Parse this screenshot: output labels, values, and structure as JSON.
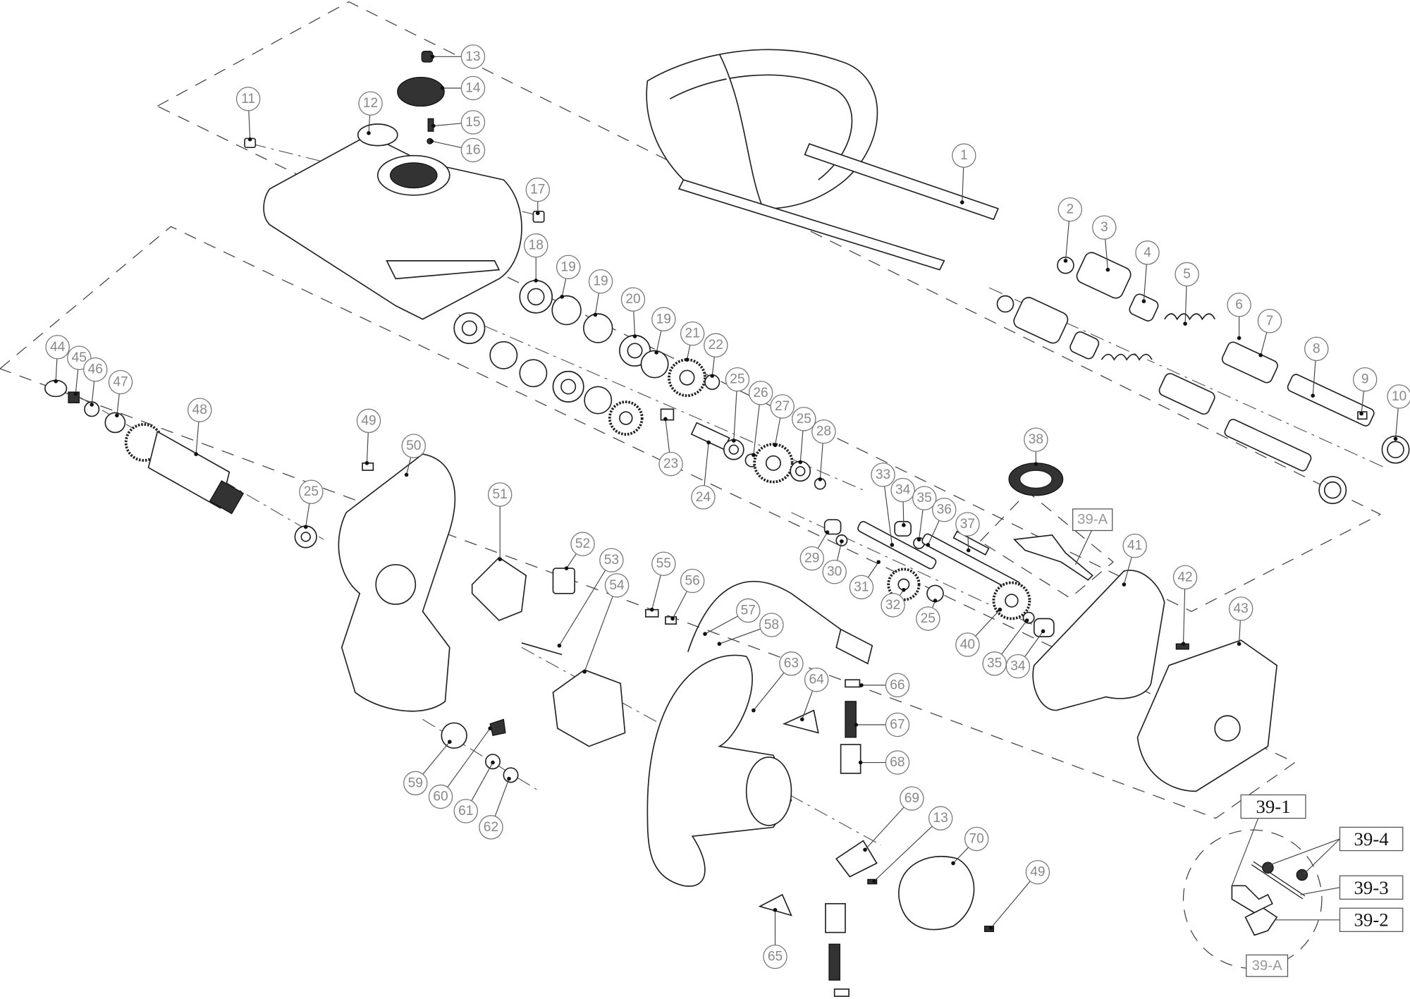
{
  "diagram": {
    "callouts": [
      "1",
      "2",
      "3",
      "4",
      "5",
      "6",
      "7",
      "8",
      "9",
      "10",
      "11",
      "12",
      "13",
      "14",
      "15",
      "16",
      "17",
      "18",
      "19",
      "19",
      "19",
      "20",
      "21",
      "22",
      "23",
      "24",
      "25",
      "25",
      "25",
      "25",
      "26",
      "27",
      "28",
      "29",
      "30",
      "31",
      "32",
      "33",
      "34",
      "35",
      "36",
      "37",
      "38",
      "40",
      "35",
      "34",
      "41",
      "42",
      "43",
      "44",
      "45",
      "46",
      "47",
      "48",
      "49",
      "50",
      "51",
      "52",
      "53",
      "54",
      "55",
      "56",
      "57",
      "58",
      "59",
      "60",
      "61",
      "62",
      "63",
      "64",
      "65",
      "66",
      "67",
      "68",
      "69",
      "13",
      "70",
      "49"
    ],
    "boxed_labels": {
      "sub_assembly_ref": "39-A",
      "detail_title": "39-A",
      "part_39_1": "39-1",
      "part_39_2": "39-2",
      "part_39_3": "39-3",
      "part_39_4": "39-4"
    }
  }
}
